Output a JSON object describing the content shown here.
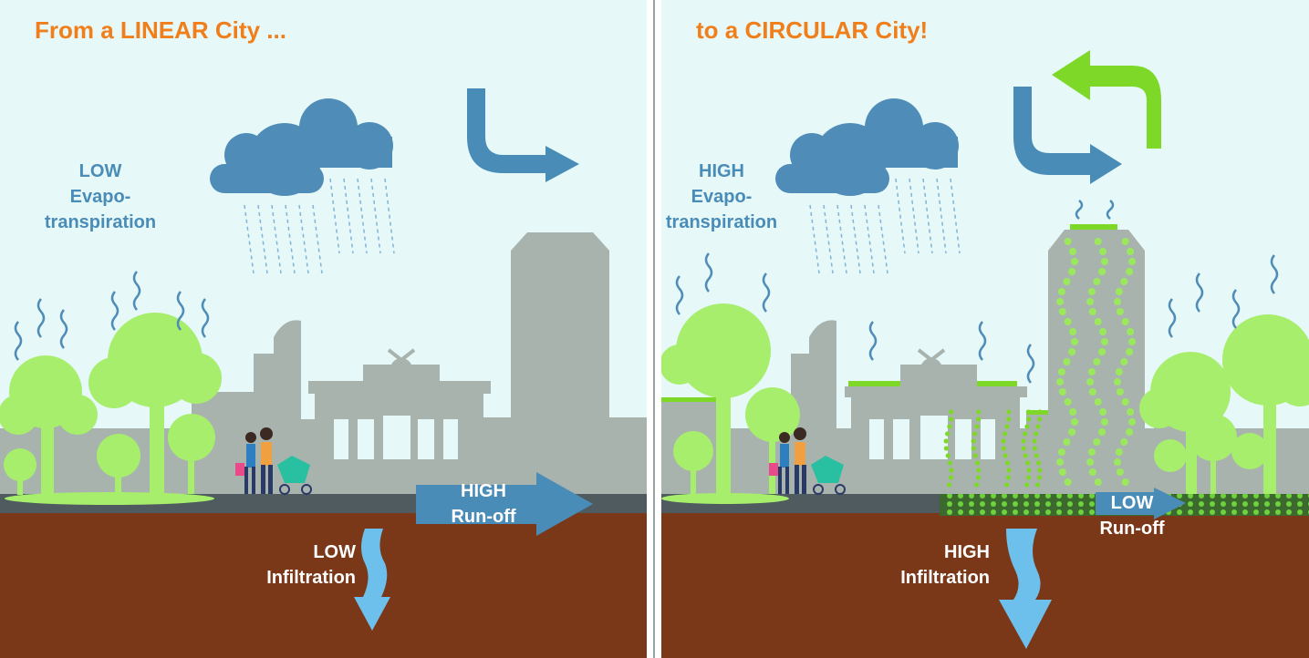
{
  "left": {
    "title": "From a LINEAR City ...",
    "evapo": {
      "level": "LOW",
      "line2": "Evapo-",
      "line3": "transpiration"
    },
    "runoff": {
      "level": "HIGH",
      "label": "Run-off"
    },
    "infiltration": {
      "level": "LOW",
      "label": "Infiltration"
    }
  },
  "right": {
    "title": "to a CIRCULAR City!",
    "evapo": {
      "level": "HIGH",
      "line2": "Evapo-",
      "line3": "transpiration"
    },
    "runoff": {
      "level": "LOW",
      "label": "Run-off"
    },
    "infiltration": {
      "level": "HIGH",
      "label": "Infiltration"
    }
  },
  "colors": {
    "title": "#f07e1a",
    "sky": "#e6f8f8",
    "cloud": "#4f8db8",
    "water_arrow": "#4a8cb8",
    "infiltration_arrow": "#6ec0ec",
    "green_arrow": "#7ed828",
    "tree": "#a6ee6c",
    "building": "#a9b3ad",
    "soil": "#7a3818",
    "road": "#4f5b5f"
  }
}
